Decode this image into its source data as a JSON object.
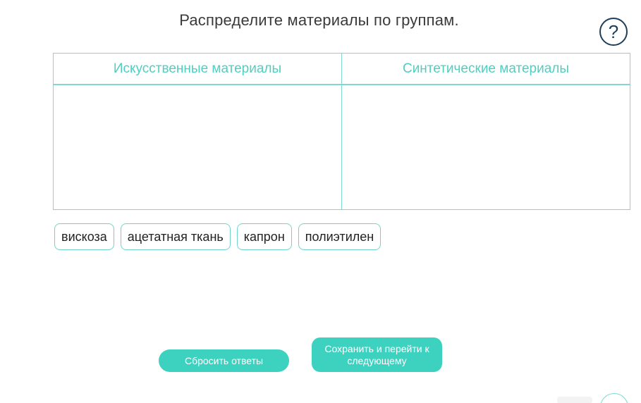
{
  "task": {
    "title": "Распределите материалы по группам."
  },
  "help": {
    "label": "?"
  },
  "table": {
    "columns": [
      {
        "header": "Искусственные материалы"
      },
      {
        "header": "Синтетические материалы"
      }
    ]
  },
  "chips": [
    {
      "label": "вискоза"
    },
    {
      "label": "ацетатная ткань"
    },
    {
      "label": "капрон"
    },
    {
      "label": "полиэтилен"
    }
  ],
  "buttons": {
    "reset_label": "Сбросить ответы",
    "save_label": "Сохранить и перейти к следующему"
  },
  "colors": {
    "accent": "#3dd2bf",
    "border": "#7fd8d2",
    "header_text": "#4fcfc1",
    "help_icon": "#1e3f5a"
  }
}
